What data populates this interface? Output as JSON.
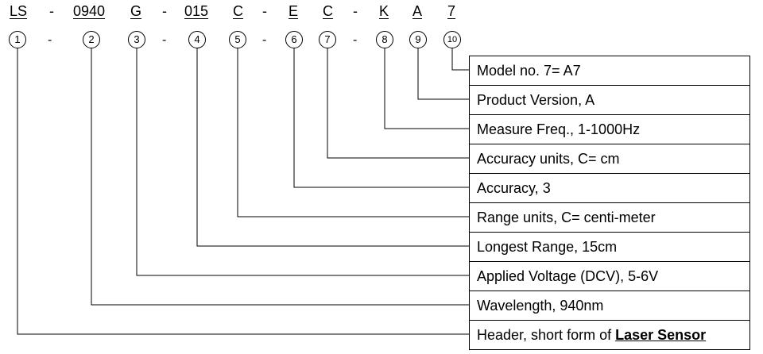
{
  "model_code": {
    "segments": [
      "LS",
      "0940",
      "G",
      "015",
      "C",
      "E",
      "C",
      "K",
      "A",
      "7"
    ],
    "separator": "-"
  },
  "position_numbers": [
    "1",
    "2",
    "3",
    "4",
    "5",
    "6",
    "7",
    "8",
    "9",
    "10"
  ],
  "descriptions": [
    {
      "text": "Model no. 7= A7",
      "emphasis": ""
    },
    {
      "text": "Product Version, A",
      "emphasis": ""
    },
    {
      "text": "Measure Freq., 1-1000Hz",
      "emphasis": ""
    },
    {
      "text": "Accuracy units, C= cm",
      "emphasis": ""
    },
    {
      "text": "Accuracy, 3",
      "emphasis": ""
    },
    {
      "text": "Range units, C= centi-meter",
      "emphasis": ""
    },
    {
      "text": "Longest Range, 15cm",
      "emphasis": ""
    },
    {
      "text": "Applied Voltage (DCV), 5-6V",
      "emphasis": ""
    },
    {
      "text": "Wavelength, 940nm",
      "emphasis": ""
    },
    {
      "text": "Header, short form of ",
      "emphasis": "Laser Sensor"
    }
  ]
}
